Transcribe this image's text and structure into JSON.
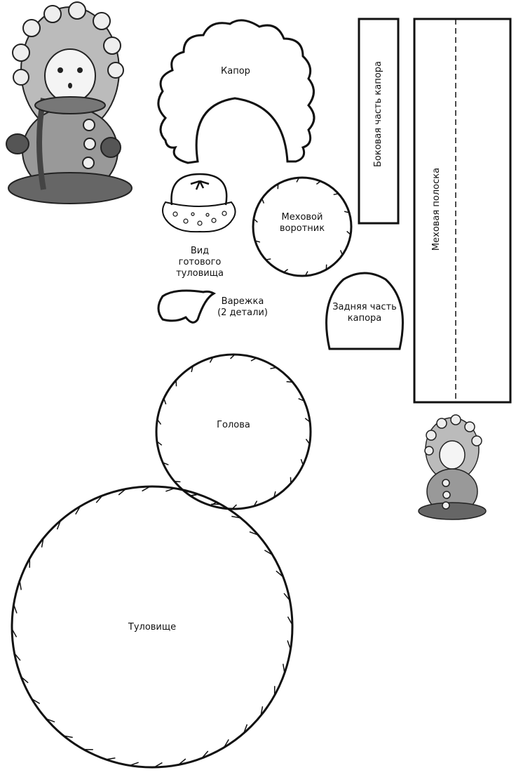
{
  "labels": {
    "kapor": "Капор",
    "side_part": "Боковая часть капора",
    "fur_strip": "Меховая полоска",
    "fur_collar_1": "Меховой",
    "fur_collar_2": "воротник",
    "finished_view_1": "Вид",
    "finished_view_2": "готового",
    "finished_view_3": "туловища",
    "mitten_1": "Варежка",
    "mitten_2": "(2 детали)",
    "back_part_1": "Задняя часть",
    "back_part_2": "капора",
    "head": "Голова",
    "body": "Туловище"
  },
  "colors": {
    "ink": "#111111",
    "paper": "#ffffff"
  }
}
